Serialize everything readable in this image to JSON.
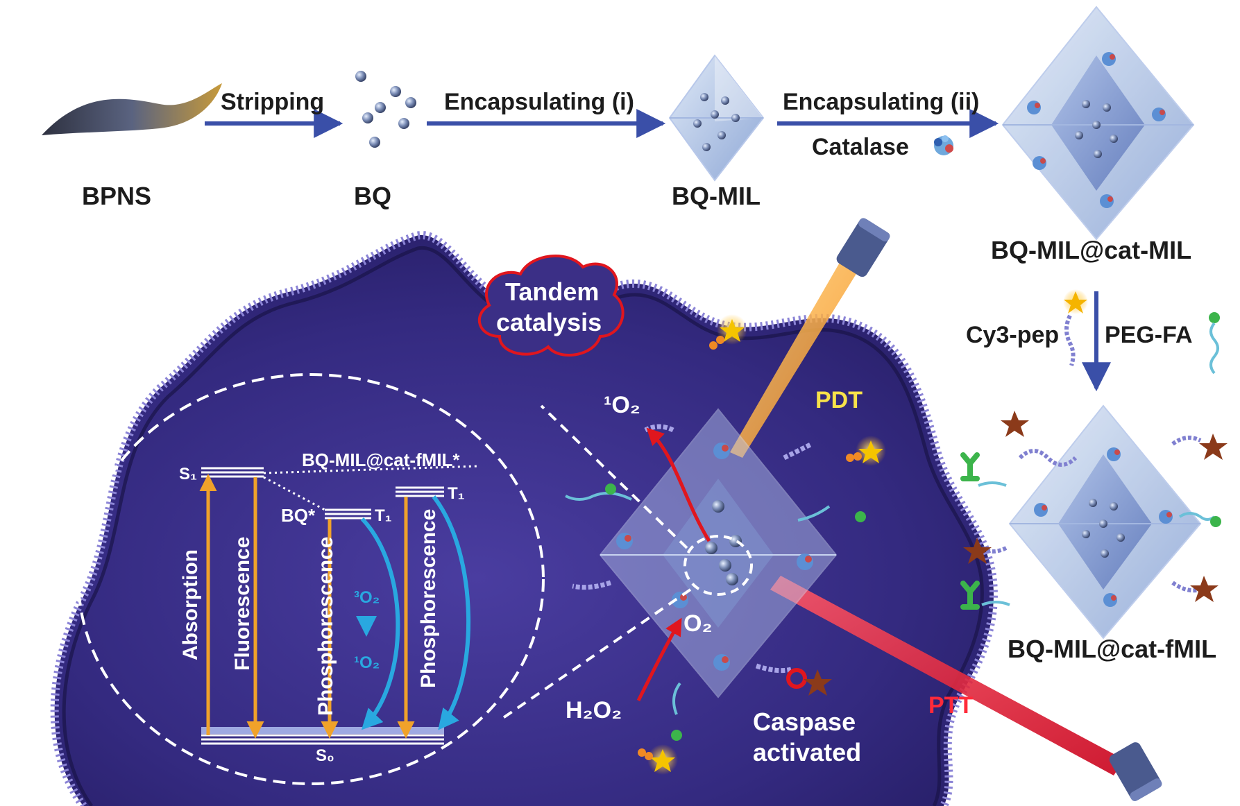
{
  "figure": {
    "steps": {
      "stripping": "Stripping",
      "encapsulating_i": "Encapsulating (i)",
      "encapsulating_ii": "Encapsulating (ii)",
      "catalase": "Catalase",
      "cy3_pep": "Cy3-pep",
      "peg_fa": "PEG-FA"
    },
    "materials": {
      "bpns": "BPNS",
      "bq": "BQ",
      "bq_mil": "BQ-MIL",
      "bq_mil_cat_mil": "BQ-MIL@cat-MIL",
      "bq_mil_cat_fmil": "BQ-MIL@cat-fMIL"
    },
    "cell": {
      "tandem_line1": "Tandem",
      "tandem_line2": "catalysis",
      "pdt": "PDT",
      "ptt": "PTT",
      "caspase_line1": "Caspase",
      "caspase_line2": "activated"
    },
    "reaction": {
      "singlet_oxygen": "¹O₂",
      "oxygen": "O₂",
      "hydrogen_peroxide": "H₂O₂"
    },
    "energy_diagram": {
      "excited_state_label": "BQ-MIL@cat-fMIL*",
      "bq_star": "BQ*",
      "s1": "S₁",
      "s0": "S₀",
      "t1_bq": "T₁",
      "t1_mil": "T₁",
      "absorption": "Absorption",
      "fluorescence": "Fluorescence",
      "phosphorescence_1": "Phosphorescence",
      "phosphorescence_2": "Phosphorescence",
      "triplet_oxygen": "³O₂",
      "singlet_oxygen": "¹O₂"
    },
    "colors": {
      "cell_body": "#3b2f86",
      "membrane": "#8b84d6",
      "arrow_blue": "#3a4fa8",
      "energy_arrow": "#f0a22a",
      "transfer_arrow": "#29a8e0",
      "reaction_arrow": "#e0161e",
      "pdt_beam": "#f7a21b",
      "ptt_beam": "#e8142a",
      "label_yellow": "#f7e24a",
      "label_red": "#ff2a3a",
      "cloud_outline": "#e0161e"
    }
  }
}
